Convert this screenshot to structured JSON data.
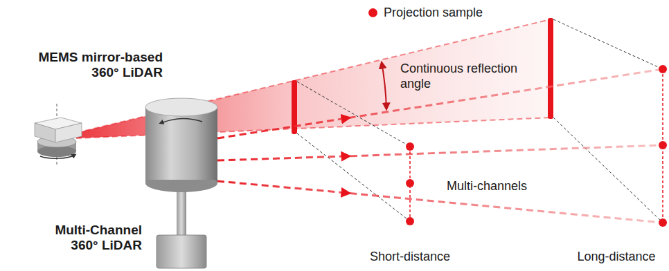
{
  "diagram": {
    "labels": [
      "MEMS mirror-based 360° LiDAR",
      "Continuous reflection angle",
      "Multi-Channel 360° LiDAR",
      "Multi-channels",
      "Short-distance",
      "Long-distance"
    ],
    "legend": [
      {
        "text": "Projection sample",
        "color": "#e8141c"
      }
    ]
  }
}
